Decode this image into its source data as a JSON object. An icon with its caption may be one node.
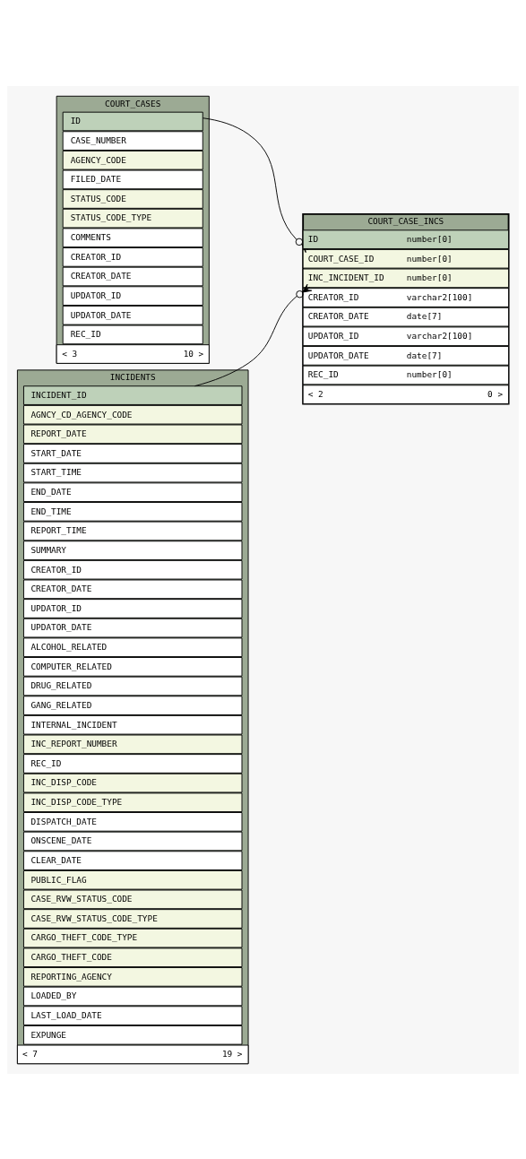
{
  "diagram": {
    "nodes": [
      {
        "text": [
          "COURT_CASES"
        ]
      },
      {
        "text": [
          "ID"
        ],
        "in": 0
      },
      {
        "text": [
          "CASE_NUMBER"
        ],
        "in": 0
      },
      {
        "text": [
          "AGENCY_CODE"
        ],
        "in": 0
      },
      {
        "text": [
          "FILED_DATE"
        ],
        "in": 0
      },
      {
        "text": [
          "STATUS_CODE"
        ],
        "in": 0
      },
      {
        "text": [
          "STATUS_CODE_TYPE"
        ],
        "in": 0
      },
      {
        "text": [
          "COMMENTS"
        ],
        "in": 0
      },
      {
        "text": [
          "CREATOR_ID"
        ],
        "in": 0
      },
      {
        "text": [
          "CREATOR_DATE"
        ],
        "in": 0
      },
      {
        "text": [
          "UPDATOR_ID"
        ],
        "in": 0
      },
      {
        "text": [
          "UPDATOR_DATE"
        ],
        "in": 0
      },
      {
        "text": [
          "REC_ID"
        ],
        "in": 0
      },
      {
        "text": [
          "< 3",
          "10 >"
        ],
        "in": 0
      },
      {
        "text": [
          "COURT_CASE_INCS"
        ]
      },
      {
        "text": [
          "ID",
          "number[0]"
        ],
        "in": 14
      },
      {
        "text": [
          "COURT_CASE_ID",
          "number[0]"
        ],
        "in": 14
      },
      {
        "text": [
          "INC_INCIDENT_ID",
          "number[0]"
        ],
        "in": 14
      },
      {
        "text": [
          "CREATOR_ID",
          "varchar2[100]"
        ],
        "in": 14
      },
      {
        "text": [
          "CREATOR_DATE",
          "date[7]"
        ],
        "in": 14
      },
      {
        "text": [
          "UPDATOR_ID",
          "varchar2[100]"
        ],
        "in": 14
      },
      {
        "text": [
          "UPDATOR_DATE",
          "date[7]"
        ],
        "in": 14
      },
      {
        "text": [
          "REC_ID",
          "number[0]"
        ],
        "in": 14
      },
      {
        "text": [
          "< 2",
          "0 >"
        ],
        "in": 14
      },
      {
        "text": [
          "INCIDENTS"
        ]
      },
      {
        "text": [
          "INCIDENT_ID"
        ],
        "in": 24
      },
      {
        "text": [
          "AGNCY_CD_AGENCY_CODE"
        ],
        "in": 24
      },
      {
        "text": [
          "REPORT_DATE"
        ],
        "in": 24
      },
      {
        "text": [
          "START_DATE"
        ],
        "in": 24
      },
      {
        "text": [
          "START_TIME"
        ],
        "in": 24
      },
      {
        "text": [
          "END_DATE"
        ],
        "in": 24
      },
      {
        "text": [
          "END_TIME"
        ],
        "in": 24
      },
      {
        "text": [
          "REPORT_TIME"
        ],
        "in": 24
      },
      {
        "text": [
          "SUMMARY"
        ],
        "in": 24
      },
      {
        "text": [
          "CREATOR_ID"
        ],
        "in": 24
      },
      {
        "text": [
          "CREATOR_DATE"
        ],
        "in": 24
      },
      {
        "text": [
          "UPDATOR_ID"
        ],
        "in": 24
      },
      {
        "text": [
          "UPDATOR_DATE"
        ],
        "in": 24
      },
      {
        "text": [
          "ALCOHOL_RELATED"
        ],
        "in": 24
      },
      {
        "text": [
          "COMPUTER_RELATED"
        ],
        "in": 24
      },
      {
        "text": [
          "DRUG_RELATED"
        ],
        "in": 24
      },
      {
        "text": [
          "GANG_RELATED"
        ],
        "in": 24
      },
      {
        "text": [
          "INTERNAL_INCIDENT"
        ],
        "in": 24
      },
      {
        "text": [
          "INC_REPORT_NUMBER"
        ],
        "in": 24
      },
      {
        "text": [
          "REC_ID"
        ],
        "in": 24
      },
      {
        "text": [
          "INC_DISP_CODE"
        ],
        "in": 24
      },
      {
        "text": [
          "INC_DISP_CODE_TYPE"
        ],
        "in": 24
      },
      {
        "text": [
          "DISPATCH_DATE"
        ],
        "in": 24
      },
      {
        "text": [
          "ONSCENE_DATE"
        ],
        "in": 24
      },
      {
        "text": [
          "CLEAR_DATE"
        ],
        "in": 24
      },
      {
        "text": [
          "PUBLIC_FLAG"
        ],
        "in": 24
      },
      {
        "text": [
          "CASE_RVW_STATUS_CODE"
        ],
        "in": 24
      },
      {
        "text": [
          "CASE_RVW_STATUS_CODE_TYPE"
        ],
        "in": 24
      },
      {
        "text": [
          "CARGO_THEFT_CODE_TYPE"
        ],
        "in": 24
      },
      {
        "text": [
          "CARGO_THEFT_CODE"
        ],
        "in": 24
      },
      {
        "text": [
          "REPORTING_AGENCY"
        ],
        "in": 24
      },
      {
        "text": [
          "LOADED_BY"
        ],
        "in": 24
      },
      {
        "text": [
          "LAST_LOAD_DATE"
        ],
        "in": 24
      },
      {
        "text": [
          "EXPUNGE"
        ],
        "in": 24
      },
      {
        "text": [
          "< 7",
          "19 >"
        ],
        "in": 24
      }
    ],
    "edges": [
      {
        "from": 1,
        "to": 16,
        "arrow": "other"
      },
      {
        "from": 25,
        "to": 17,
        "arrow": "other"
      }
    ]
  }
}
